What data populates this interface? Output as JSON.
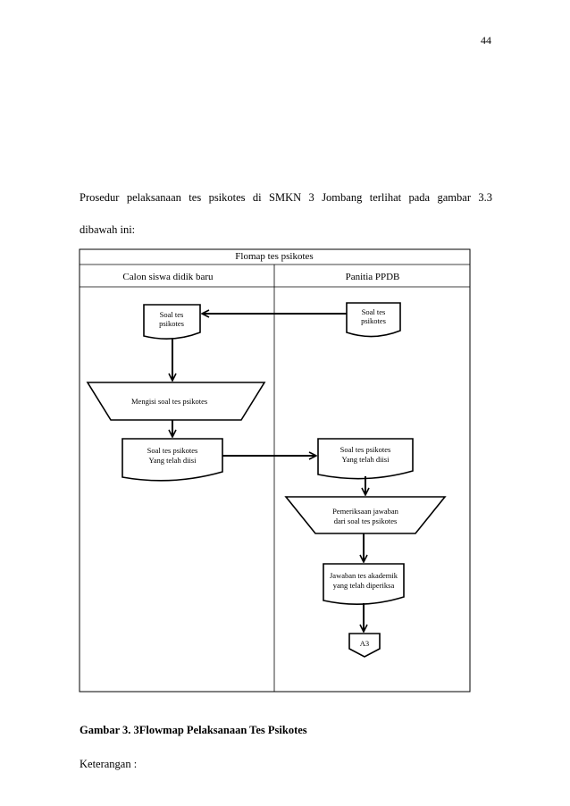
{
  "page": {
    "number": "44"
  },
  "paragraph": {
    "line1": "Prosedur pelaksanaan tes psikotes di SMKN 3 Jombang terlihat pada gambar 3.3",
    "line2": "dibawah ini:"
  },
  "flowmap": {
    "title": "Flomap tes psikotes",
    "lanes": [
      "Calon siswa didik baru",
      "Panitia PPDB"
    ],
    "nodes": {
      "ppdb_soal": [
        "Soal tes",
        "psikotes"
      ],
      "calon_soal": [
        "Soal tes",
        "psikotes"
      ],
      "calon_mengisi": [
        "Mengisi soal tes psikotes"
      ],
      "calon_soal_diisi": [
        "Soal tes psikotes",
        "Yang telah diisi"
      ],
      "ppdb_soal_diisi": [
        "Soal tes psikotes",
        "Yang telah diisi"
      ],
      "ppdb_pemeriksaan": [
        "Pemeriksaan jawaban",
        "dari soal tes psikotes"
      ],
      "ppdb_jawaban": [
        "Jawaban tes akademik",
        "yang telah diperiksa"
      ],
      "ppdb_connector": [
        "A3"
      ]
    }
  },
  "caption": "Gambar 3. 3Flowmap Pelaksanaan Tes Psikotes",
  "keterangan": "Keterangan :"
}
